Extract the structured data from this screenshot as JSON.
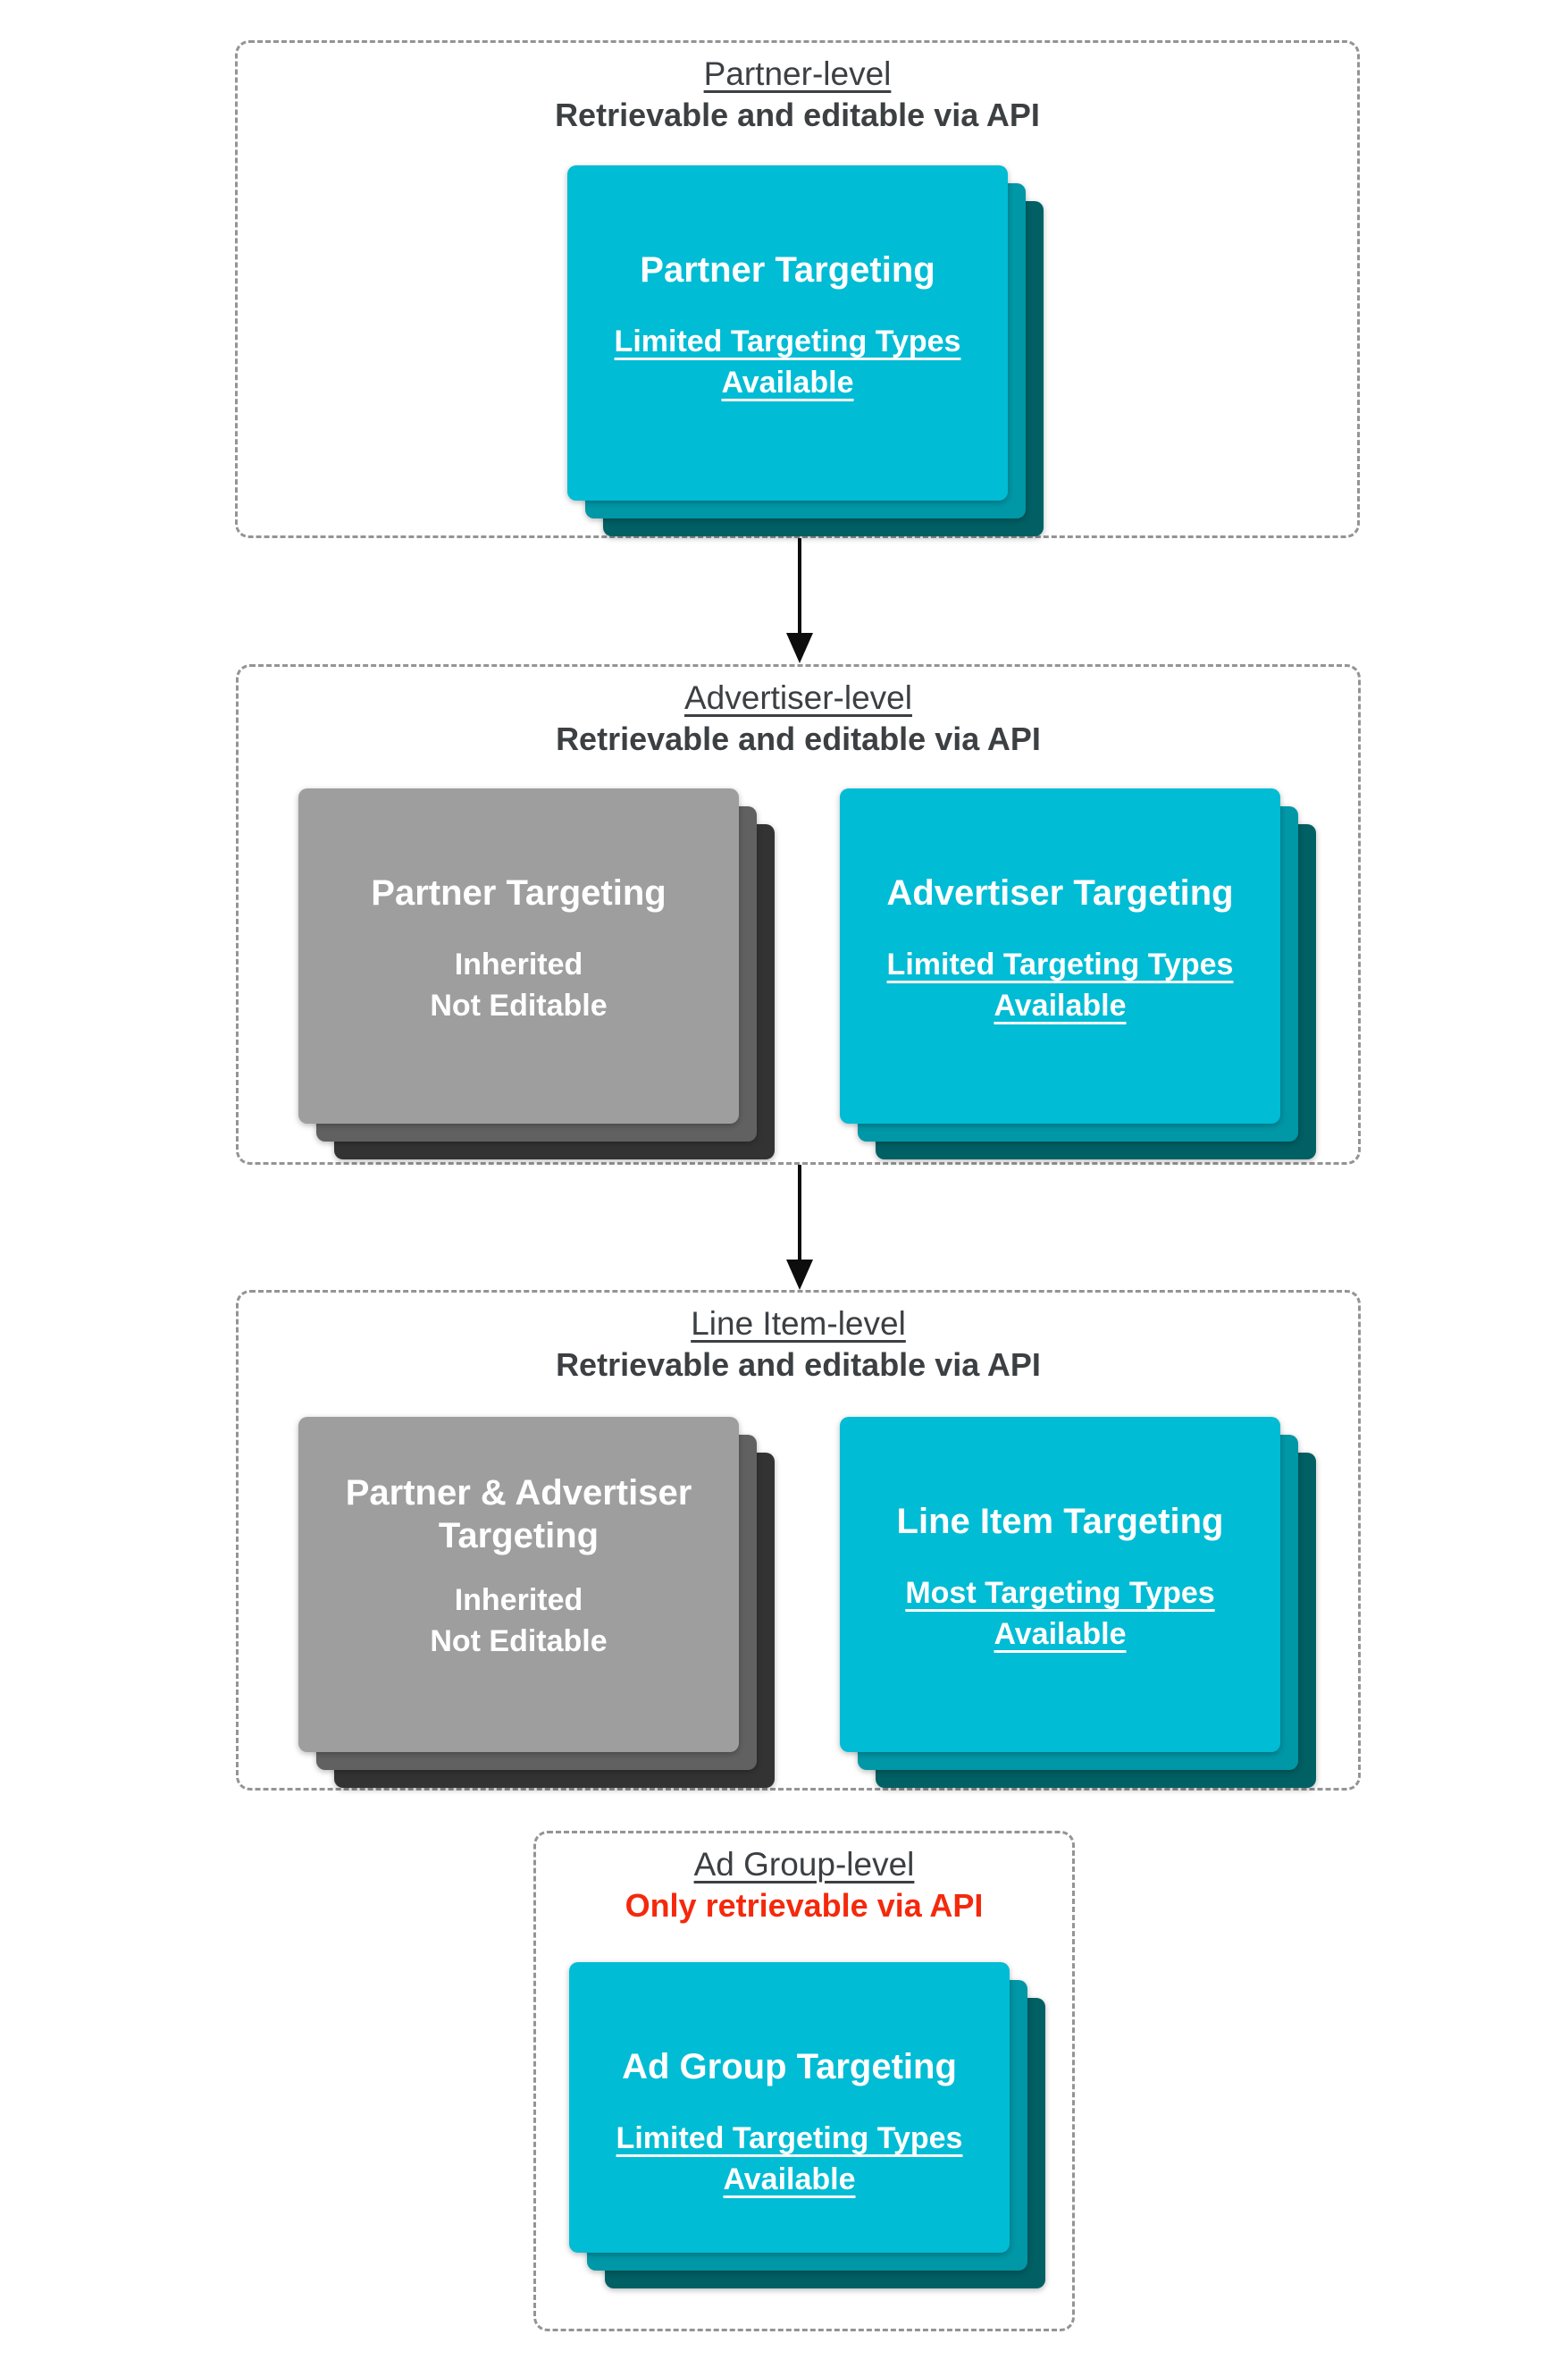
{
  "colors": {
    "teal_front": "#00bcd4",
    "teal_mid": "#0097a7",
    "teal_back": "#006064",
    "gray_front": "#9e9e9e",
    "gray_mid": "#616161",
    "gray_back": "#333333",
    "header_text": "#3c4043",
    "alert_red": "#f4290c",
    "card_text": "#ffffff",
    "dashed_border": "#949494",
    "arrow": "#0d0d0d"
  },
  "sections": [
    {
      "title": "Partner-level",
      "subtitle": "Retrievable and editable via API",
      "cards": [
        {
          "title": "Partner Targeting",
          "subtitle": "Limited Targeting Types\nAvailable"
        }
      ]
    },
    {
      "title": "Advertiser-level",
      "subtitle": "Retrievable and editable via API",
      "cards": [
        {
          "title": "Partner Targeting",
          "body": "Inherited\nNot Editable"
        },
        {
          "title": "Advertiser Targeting",
          "subtitle": "Limited Targeting Types\nAvailable"
        }
      ]
    },
    {
      "title": "Line Item-level",
      "subtitle": "Retrievable and editable via API",
      "cards": [
        {
          "title": "Partner & Advertiser\nTargeting",
          "body": "Inherited\nNot Editable"
        },
        {
          "title": "Line Item Targeting",
          "subtitle": "Most Targeting Types\nAvailable"
        }
      ]
    },
    {
      "title": "Ad Group-level",
      "subtitle": "Only retrievable via API",
      "cards": [
        {
          "title": "Ad Group Targeting",
          "subtitle": "Limited Targeting Types\nAvailable"
        }
      ]
    }
  ]
}
